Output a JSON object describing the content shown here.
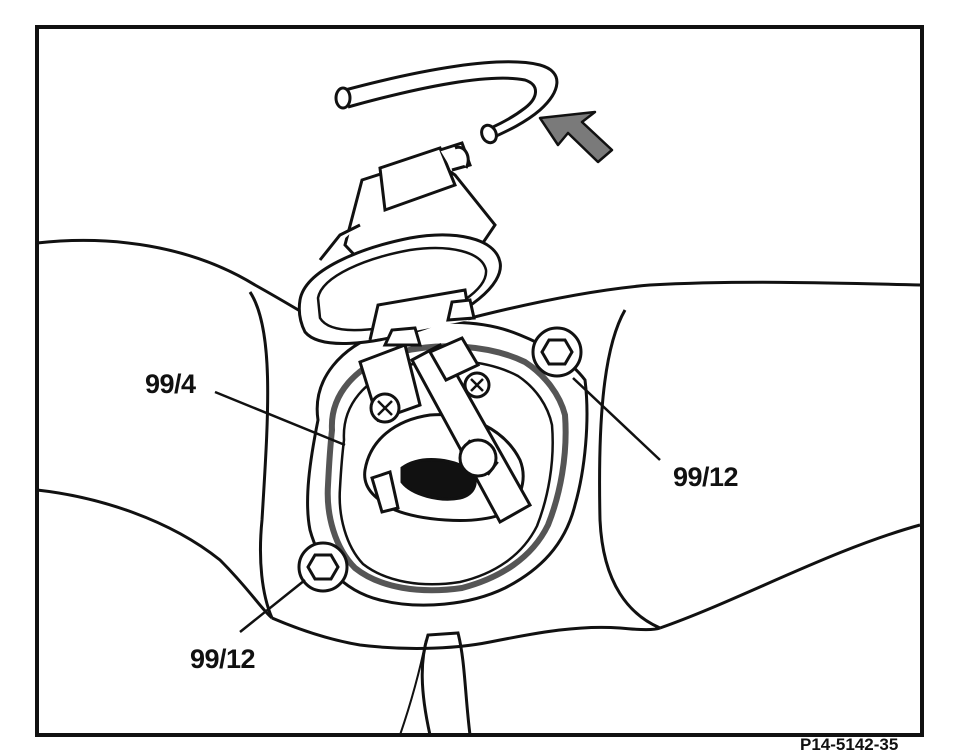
{
  "callouts": {
    "label_left_mid": "99/4",
    "label_right": "99/12",
    "label_bottom_left": "99/12"
  },
  "figure_id": "P14-5142-35",
  "colors": {
    "ink": "#111111",
    "background": "#ffffff",
    "gasket": "#555555",
    "arrow_fill": "#7a7a7a"
  }
}
